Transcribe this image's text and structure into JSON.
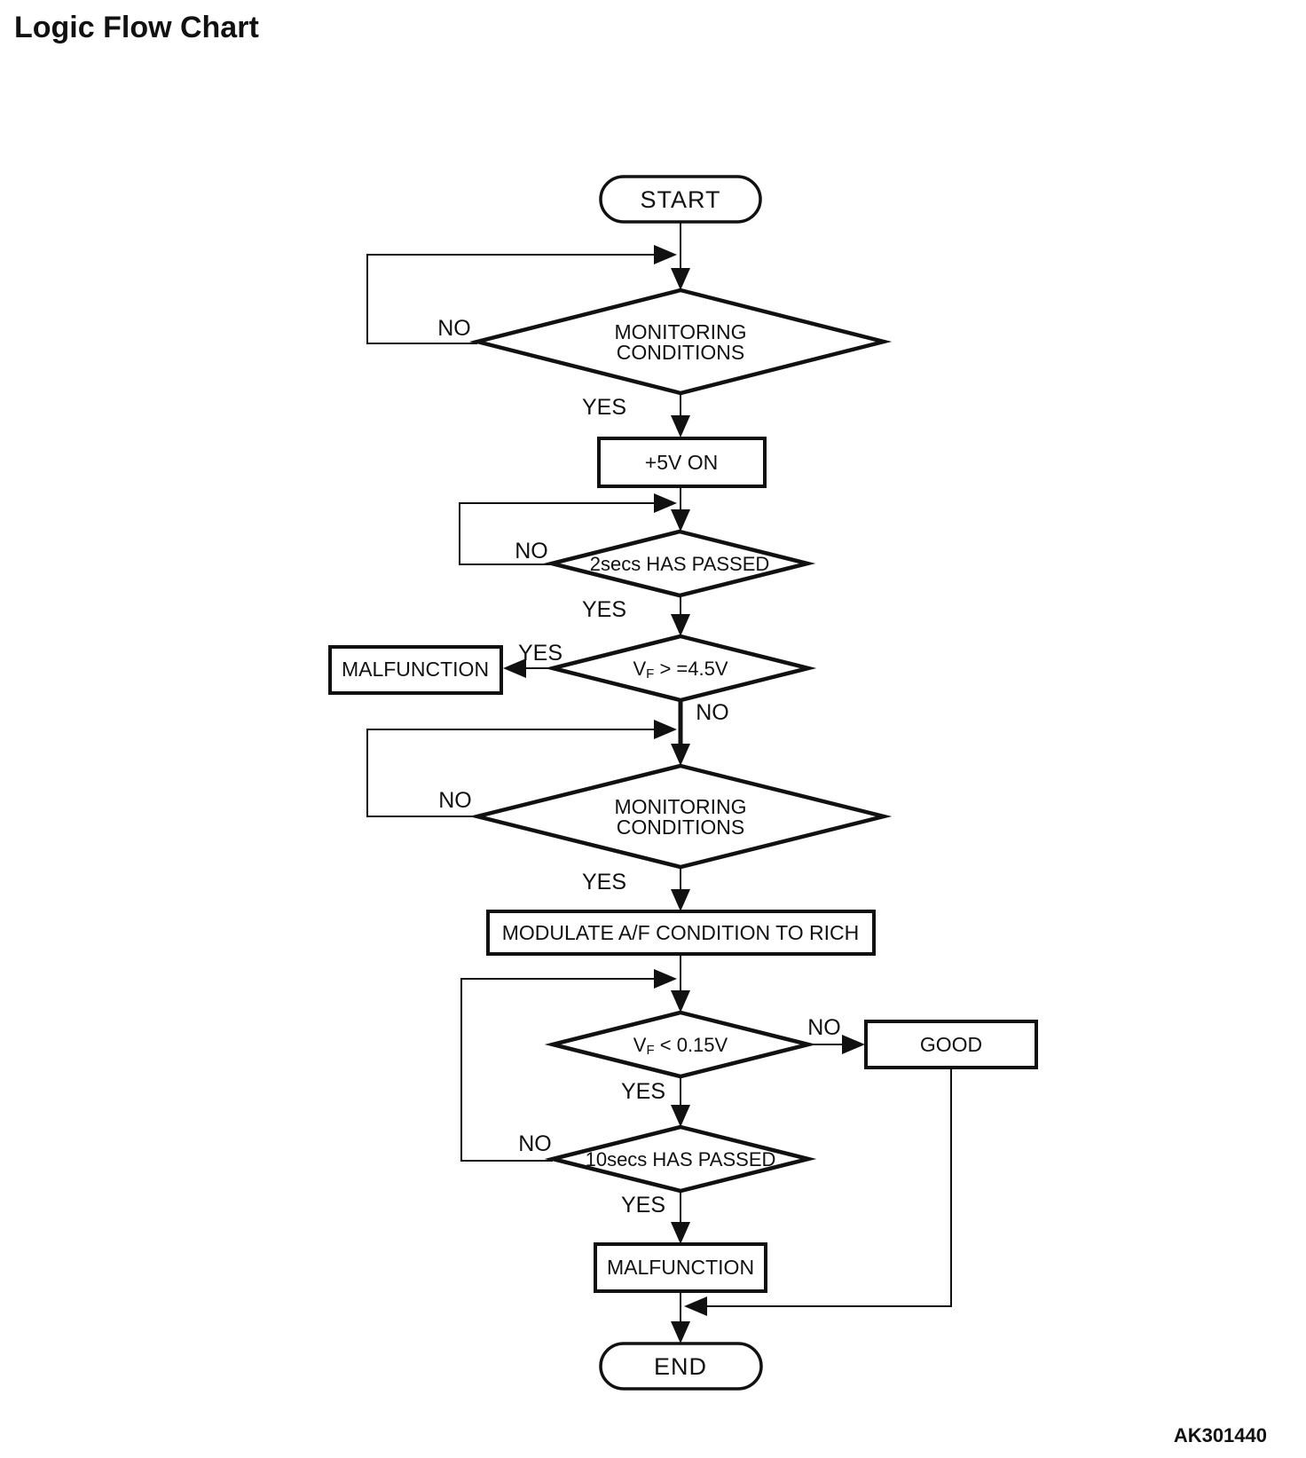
{
  "page": {
    "title": "Logic Flow Chart",
    "figure_code": "AK301440",
    "background": "#ffffff",
    "ink": "#111111"
  },
  "flowchart": {
    "nodes": {
      "start": {
        "type": "terminator",
        "label": "START"
      },
      "monitoring_1": {
        "type": "decision",
        "line1": "MONITORING",
        "line2": "CONDITIONS"
      },
      "power_5v": {
        "type": "process",
        "label": "+5V ON"
      },
      "wait_2secs": {
        "type": "decision",
        "label": "2secs HAS PASSED"
      },
      "vf_high": {
        "type": "decision",
        "v": "V",
        "sub": "F",
        "cond": " > =4.5V"
      },
      "malfunction_a": {
        "type": "process",
        "label": "MALFUNCTION"
      },
      "monitoring_2": {
        "type": "decision",
        "line1": "MONITORING",
        "line2": "CONDITIONS"
      },
      "modulate_af": {
        "type": "process",
        "label": "MODULATE A/F CONDITION TO RICH"
      },
      "vf_low": {
        "type": "decision",
        "v": "V",
        "sub": "F",
        "cond": " < 0.15V"
      },
      "good": {
        "type": "process",
        "label": "GOOD"
      },
      "wait_10secs": {
        "type": "decision",
        "label": "10secs HAS PASSED"
      },
      "malfunction_b": {
        "type": "process",
        "label": "MALFUNCTION"
      },
      "end": {
        "type": "terminator",
        "label": "END"
      }
    },
    "branch_labels": {
      "monitoring_1_no": "NO",
      "monitoring_1_yes": "YES",
      "wait_2secs_no": "NO",
      "wait_2secs_yes": "YES",
      "vf_high_yes": "YES",
      "vf_high_no": "NO",
      "monitoring_2_no": "NO",
      "monitoring_2_yes": "YES",
      "vf_low_no": "NO",
      "vf_low_yes": "YES",
      "wait_10secs_no": "NO",
      "wait_10secs_yes": "YES"
    }
  }
}
